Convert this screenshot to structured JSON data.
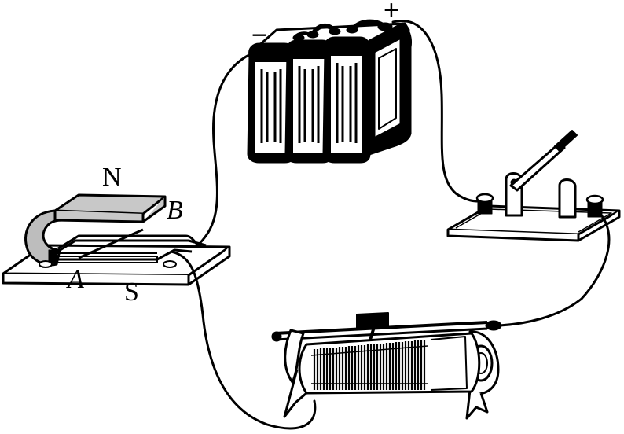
{
  "labels": {
    "north": "N",
    "south": "S",
    "rail_a": "A",
    "rail_b": "B",
    "negative": "−",
    "positive": "+"
  }
}
